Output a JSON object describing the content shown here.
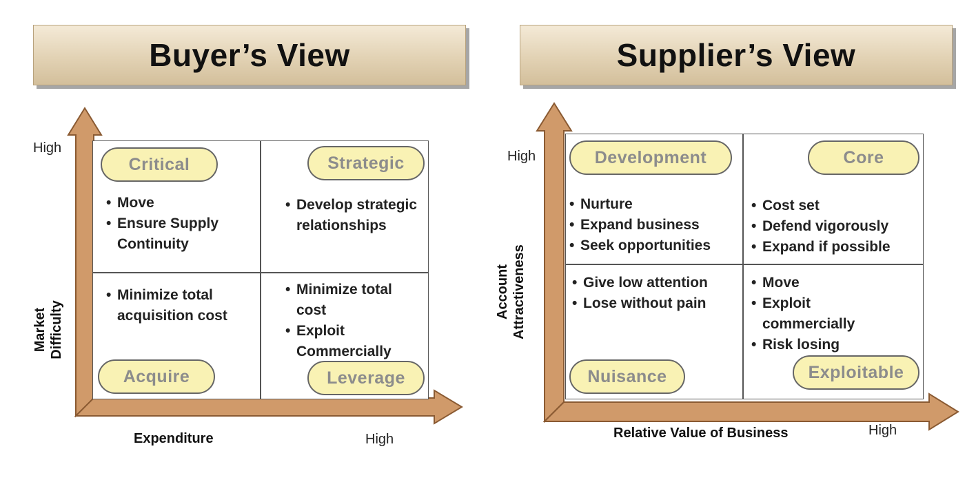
{
  "buyer": {
    "title": "Buyer’s View",
    "y_high": "High",
    "y_axis_line1": "Market",
    "y_axis_line2": "Difficulty",
    "x_axis": "Expenditure",
    "x_high": "High",
    "quadrants": {
      "top_left": {
        "label": "Critical",
        "bullets": [
          "Move",
          "Ensure Supply Continuity"
        ]
      },
      "top_right": {
        "label": "Strategic",
        "bullets": [
          "Develop strategic relationships"
        ]
      },
      "bottom_left": {
        "label": "Acquire",
        "bullets": [
          "Minimize total acquisition cost"
        ]
      },
      "bottom_right": {
        "label": "Leverage",
        "bullets": [
          "Minimize total cost",
          "Exploit Commercially"
        ]
      }
    }
  },
  "supplier": {
    "title": "Supplier’s View",
    "y_high": "High",
    "y_axis_line1": "Account",
    "y_axis_line2": "Attractiveness",
    "x_axis": "Relative Value of Business",
    "x_high": "High",
    "quadrants": {
      "top_left": {
        "label": "Development",
        "bullets": [
          "Nurture",
          "Expand business",
          "Seek opportunities"
        ]
      },
      "top_right": {
        "label": "Core",
        "bullets": [
          "Cost set",
          "Defend vigorously",
          "Expand if possible"
        ]
      },
      "bottom_left": {
        "label": "Nuisance",
        "bullets": [
          "Give low attention",
          "Lose without pain"
        ]
      },
      "bottom_right": {
        "label": "Exploitable",
        "bullets": [
          "Move",
          "Exploit commercially",
          "Risk losing"
        ]
      }
    }
  },
  "colors": {
    "title_gradient_top": "#f4ead7",
    "title_gradient_bottom": "#d3bf9b",
    "arrow_fill": "#d09a6a",
    "arrow_stroke": "#8a5a32",
    "pill_fill": "#f9f2b4",
    "pill_text": "#8c8c8c"
  }
}
